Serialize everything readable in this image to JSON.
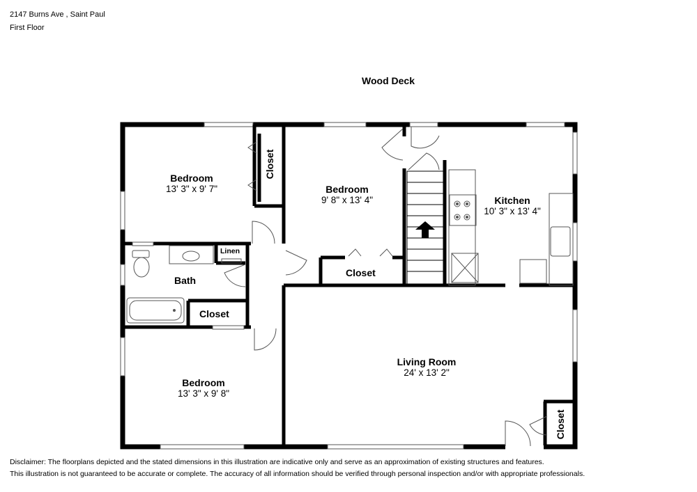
{
  "header": {
    "address": "2147 Burns Ave , Saint Paul",
    "floor": "First Floor"
  },
  "outside": {
    "deck": "Wood Deck"
  },
  "rooms": {
    "bedroom_nw": {
      "name": "Bedroom",
      "dims": "13' 3\" x 9' 7\""
    },
    "bedroom_n": {
      "name": "Bedroom",
      "dims": "9' 8\" x 13' 4\""
    },
    "kitchen": {
      "name": "Kitchen",
      "dims": "10' 3\" x 13' 4\""
    },
    "bath": {
      "name": "Bath"
    },
    "linen": {
      "name": "Linen"
    },
    "bedroom_sw": {
      "name": "Bedroom",
      "dims": "13' 3\" x 9' 8\""
    },
    "living": {
      "name": "Living Room",
      "dims": "24' x 13' 2\""
    }
  },
  "closets": {
    "nw": "Closet",
    "n": "Closet",
    "bath": "Closet",
    "se": "Closet"
  },
  "disclaimer": {
    "line1": "Disclaimer: The floorplans depicted and the stated dimensions in this illustration are indicative only and serve as an approximation of existing structures and features.",
    "line2": "This illustration is not guaranteed to be accurate or complete. The accuracy of all information should be verified through personal inspection and/or with appropriate professionals."
  },
  "colors": {
    "wall": "#000000",
    "fixture": "#555555",
    "window": "#ffffff"
  }
}
